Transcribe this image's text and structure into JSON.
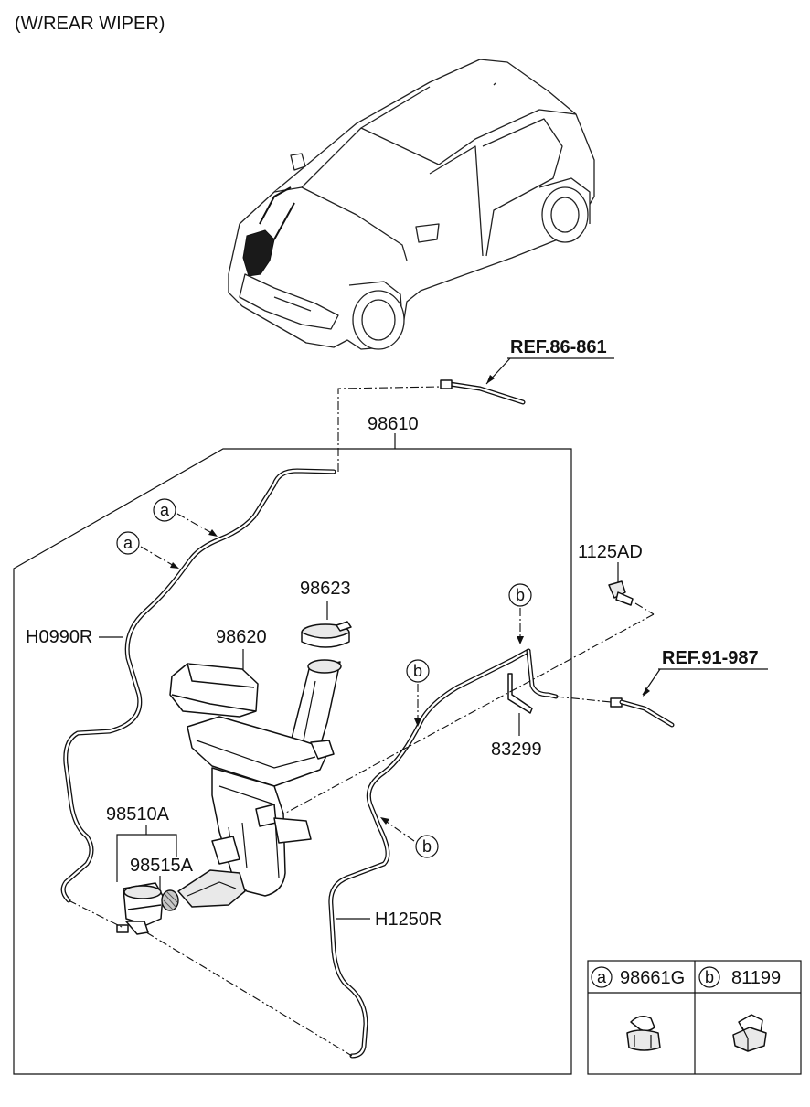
{
  "header": {
    "title": "(W/REAR WIPER)"
  },
  "refs": {
    "ref1": "REF.86-861",
    "ref2": "REF.91-987"
  },
  "parts": {
    "assembly": "98610",
    "hose_left": "H0990R",
    "hose_right": "H1250R",
    "bolt": "1125AD",
    "cap": "98623",
    "reservoir": "98620",
    "pump": "98510A",
    "filter": "98515A",
    "connector": "83299"
  },
  "callouts": {
    "a": "a",
    "b": "b"
  },
  "legend": {
    "a_letter": "a",
    "a_code": "98661G",
    "b_letter": "b",
    "b_code": "81199",
    "a_icon": "clip-a-icon",
    "b_icon": "clip-b-icon"
  }
}
